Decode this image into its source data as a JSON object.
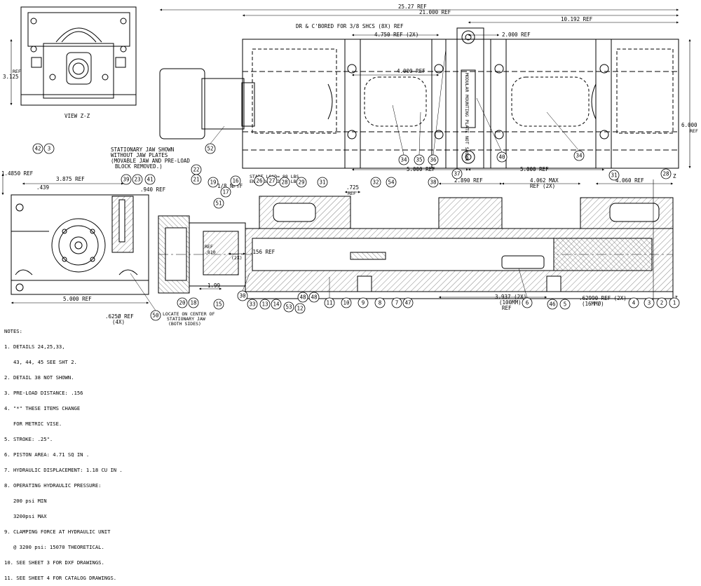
{
  "view_label": "VIEW Z-Z",
  "section_mark": "Z",
  "dims": {
    "overall": "25.27 REF",
    "d21": "21.000 REF",
    "d10192": "10.192 REF",
    "d4750": "4.750 REF (2X)",
    "d2000": "2.000 REF",
    "d4000": "4.000 REF",
    "d5000a": "5.000 REF",
    "d5000b": "5.000 REF",
    "d6000": "6.000",
    "d6000ref": "REF",
    "d3125": "3.125",
    "d3125ref": "REF",
    "d14850": "1.4850 REF",
    "d3875": "3.875 REF",
    "d439": ".439",
    "d940": ".940 REF",
    "d5000c": "5.000 REF",
    "d625": ".625Ø REF",
    "d625x": "(4X)",
    "d725": ".725",
    "d725ref": "REF",
    "d2890": "2.890 REF",
    "d4062": "4.062 MAX",
    "d4062x": "REF (2X)",
    "d4060": "4.060 REF",
    "d156": ".156 REF",
    "d156x": "(2X)",
    "d810ref": "REF",
    "d810": ".810",
    "d199": "1.99",
    "d3937": "3.937 (2X)",
    "d3937b": "(100MM)",
    "d3937c": "REF",
    "d6299": ".62990 REF (2X)",
    "d6299b": "(16MMØ)"
  },
  "callouts": {
    "cbore": "DR & C'BORED FOR 3/8 SHCS (8X) REF",
    "stationary1": "STATIONARY JAW SHOWN",
    "stationary2": "WITHOUT JAW PLATES",
    "stationary3": "(MOVABLE JAW AND PRE-LOAD",
    "stationary4": "BLOCK REMOVED.)",
    "nptf": "1/8 NPTF",
    "load1": "START LOAD= 88 LBS",
    "load2": "END LOAD 120.4 LBS",
    "locate1": "LOCATE ON CENTER OF",
    "locate2": "STATIONARY JAW",
    "locate3": "(BOTH SIDES)",
    "plate": "MODULAR MOUNTING PLATE NOT SHOWN"
  },
  "balloons": {
    "b42": "42",
    "b3": "3",
    "b52": "52",
    "b34a": "34",
    "b35": "35",
    "b36": "36",
    "b40": "40",
    "b34b": "34",
    "b22": "22",
    "b21": "21",
    "b19": "19",
    "b17": "17",
    "b16": "16",
    "b51": "51",
    "b26": "26",
    "b27": "27",
    "b28a": "28",
    "b29": "29",
    "b31a": "31",
    "b32": "32",
    "b54": "54",
    "b38": "38",
    "b37": "37",
    "b31b": "31",
    "b28b": "28",
    "b39": "39",
    "b23": "23",
    "b41": "41",
    "b20": "20",
    "b18": "18",
    "b50": "50",
    "b15": "15",
    "b30": "30",
    "b33": "33",
    "b13": "13",
    "b14": "14",
    "b53": "53",
    "b12": "12",
    "b48a": "48",
    "b48b": "48",
    "b11": "11",
    "b10": "10",
    "b9": "9",
    "b8": "8",
    "b7": "7",
    "b47": "47",
    "b6": "6",
    "b46": "46",
    "b5": "5",
    "b4": "4",
    "b3b": "3",
    "b2": "2",
    "b1": "1"
  },
  "notes": {
    "title": "NOTES:",
    "lines": [
      "1. DETAILS 24,25,33,",
      "   43, 44, 45 SEE SHT 2.",
      "2. DETAIL 38 NOT SHOWN.",
      "3. PRE-LOAD DISTANCE: .156",
      "4. \"*\" THESE ITEMS CHANGE",
      "   FOR METRIC VISE.",
      "5. STROKE: .25\".",
      "6. PISTON AREA: 4.71 SQ IN .",
      "7. HYDRAULIC DISPLACEMENT: 1.18 CU IN .",
      "8. OPERATING HYDRAULIC PRESSURE:",
      "   200 psi MIN",
      "   3200psi MAX",
      "9. CLAMPING FORCE AT HYDRAULIC UNIT",
      "   @ 3200 psi: 15070 THEORETICAL.",
      "10. SEE SHEET 3 FOR DXF DRAWINGS.",
      "11. SEE SHEET 4 FOR CATALOG DRAWINGS."
    ]
  },
  "colors": {
    "ink": "#000000",
    "hatch": "#555555",
    "paper": "#ffffff"
  }
}
